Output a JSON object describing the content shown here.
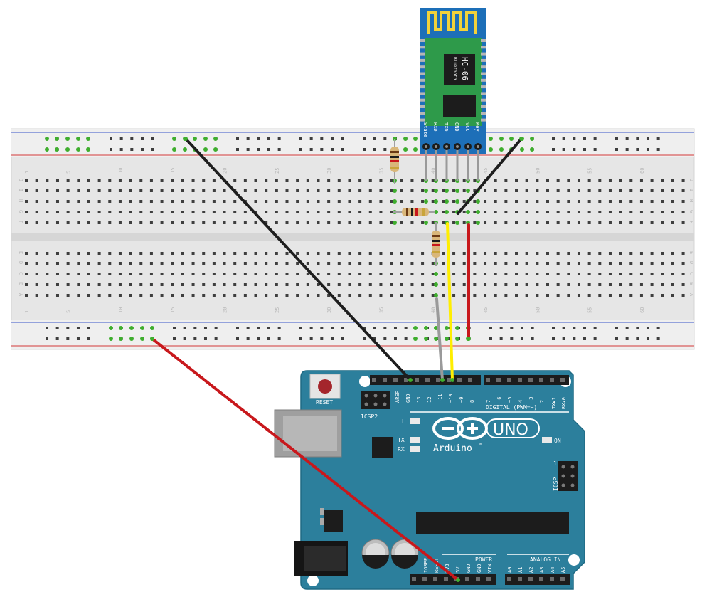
{
  "breadboard": {
    "column_numbers": [
      "1",
      "5",
      "10",
      "15",
      "20",
      "25",
      "30",
      "35",
      "40",
      "45",
      "50",
      "55",
      "60"
    ],
    "row_letters_top": [
      "J",
      "I",
      "H",
      "G",
      "F"
    ],
    "row_letters_bottom": [
      "E",
      "D",
      "C",
      "B",
      "A"
    ]
  },
  "bluetooth": {
    "chip_title": "HC-06",
    "chip_sub": "Bluetooth",
    "pins": [
      "State",
      "RXD",
      "TXD",
      "GND",
      "VCC",
      "Key"
    ]
  },
  "arduino": {
    "reset_label": "RESET",
    "icsp2_label": "ICSP2",
    "icsp_label": "ICSP",
    "icsp_num": "1",
    "led_l": "L",
    "led_tx": "TX",
    "led_rx": "RX",
    "on_label": "ON",
    "brand": "Arduino",
    "tm": "TM",
    "model": "UNO",
    "digital_label": "DIGITAL (PWM=~)",
    "power_label": "POWER",
    "analog_label": "ANALOG IN",
    "tx_pin_label": "TX▸1",
    "rx_pin_label": "RX◂0",
    "digital_pins": [
      "AREF",
      "GND",
      "13",
      "12",
      "~11",
      "~10",
      "~9",
      "8",
      "7",
      "~6",
      "~5",
      "4",
      "~3",
      "2"
    ],
    "power_pins": [
      "IOREF",
      "RESET",
      "3V3",
      "5V",
      "GND",
      "GND",
      "VIN"
    ],
    "analog_pins": [
      "A0",
      "A1",
      "A2",
      "A3",
      "A4",
      "A5"
    ]
  },
  "colors": {
    "board_blue": "#2c7f9c",
    "wire_black": "#1e1e1e",
    "wire_red": "#c8181c",
    "wire_yellow": "#ffee00",
    "wire_gray": "#9a9a9a",
    "bluetooth_blue": "#1d6fb8",
    "bluetooth_green": "#2e9a4a"
  }
}
